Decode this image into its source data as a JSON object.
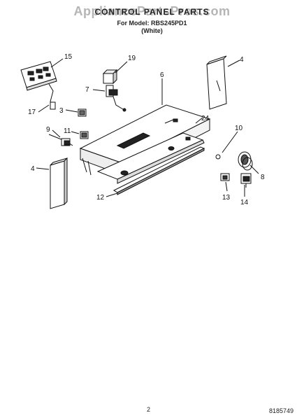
{
  "header": {
    "watermark": "AppliancePartsPros.com",
    "title": "CONTROL PANEL PARTS",
    "model": "For Model: RBS245PD1",
    "color": "(White)"
  },
  "callouts": {
    "p15": "15",
    "p19": "19",
    "p4a": "4",
    "p6": "6",
    "p7": "7",
    "p17": "17",
    "p3": "3",
    "p24": "24",
    "p9": "9",
    "p11": "11",
    "p10": "10",
    "p4b": "4",
    "p8": "8",
    "p12": "12",
    "p13": "13",
    "p14": "14"
  },
  "footer": {
    "page_number": "2",
    "document_number": "8185749"
  }
}
